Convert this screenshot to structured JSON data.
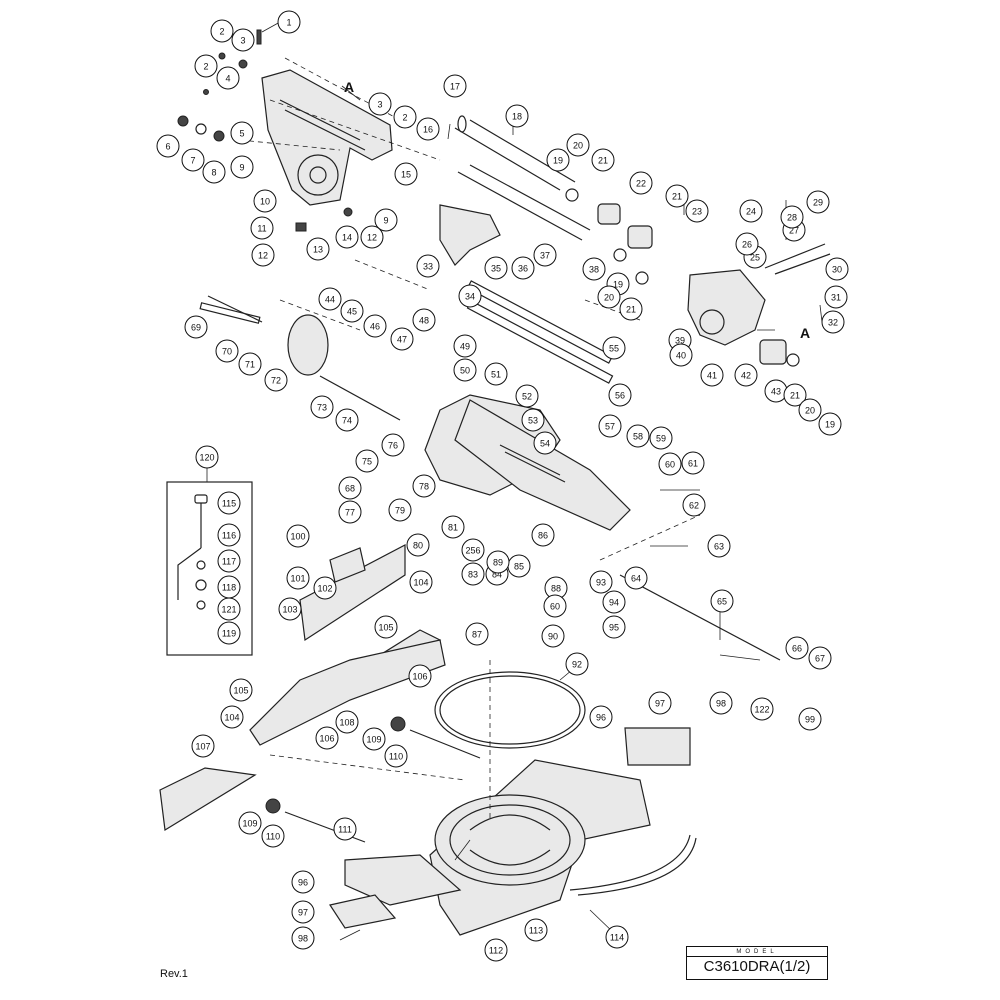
{
  "diagram": {
    "section_markers": [
      "A",
      "A"
    ],
    "parts": [
      "1",
      "2",
      "3",
      "2",
      "4",
      "5",
      "3",
      "16",
      "2",
      "6",
      "7",
      "8",
      "9",
      "10",
      "15",
      "11",
      "9",
      "12",
      "13",
      "14",
      "12",
      "17",
      "18",
      "19",
      "20",
      "21",
      "22",
      "21",
      "23",
      "24",
      "25",
      "26",
      "27",
      "28",
      "29",
      "30",
      "31",
      "32",
      "33",
      "34",
      "35",
      "36",
      "37",
      "38",
      "19",
      "20",
      "21",
      "39",
      "40",
      "41",
      "42",
      "43",
      "21",
      "20",
      "19",
      "44",
      "45",
      "46",
      "69",
      "70",
      "71",
      "72",
      "73",
      "74",
      "75",
      "76",
      "47",
      "48",
      "49",
      "50",
      "51",
      "52",
      "53",
      "54",
      "55",
      "56",
      "57",
      "58",
      "59",
      "60",
      "61",
      "62",
      "63",
      "64",
      "65",
      "66",
      "67",
      "122",
      "99",
      "68",
      "77",
      "78",
      "79",
      "80",
      "81",
      "256",
      "83",
      "84",
      "85",
      "86",
      "88",
      "89",
      "60",
      "90",
      "87",
      "93",
      "94",
      "95",
      "120",
      "115",
      "116",
      "117",
      "118",
      "121",
      "119",
      "100",
      "101",
      "102",
      "103",
      "104",
      "105",
      "106",
      "105",
      "104",
      "106",
      "108",
      "107",
      "109",
      "110",
      "92",
      "96",
      "97",
      "98",
      "109",
      "110",
      "111",
      "96",
      "97",
      "98",
      "112",
      "113",
      "114"
    ]
  },
  "title_block": {
    "caption": "MODEL",
    "model_number": "C3610DRA(1/2)"
  },
  "revision": "Rev.1"
}
